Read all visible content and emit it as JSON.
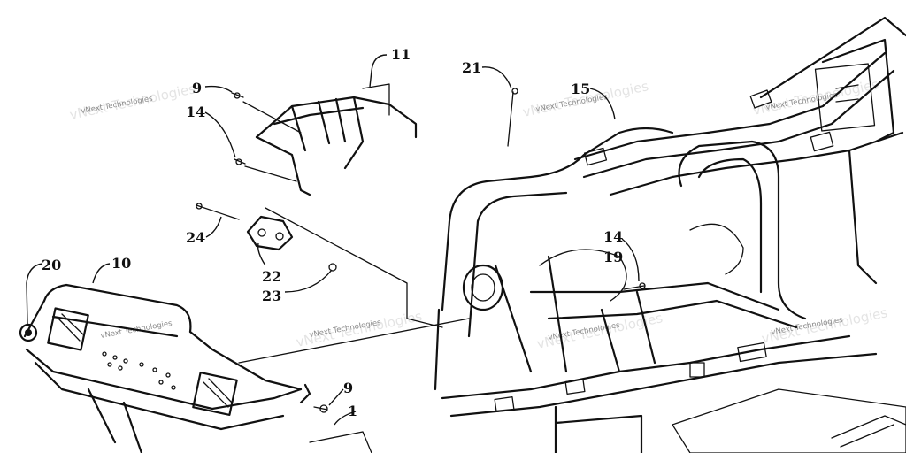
{
  "callouts": [
    {
      "id": "c11",
      "label": "11"
    },
    {
      "id": "c9a",
      "label": "9"
    },
    {
      "id": "c14a",
      "label": "14"
    },
    {
      "id": "c21",
      "label": "21"
    },
    {
      "id": "c15",
      "label": "15"
    },
    {
      "id": "c24",
      "label": "24"
    },
    {
      "id": "c22",
      "label": "22"
    },
    {
      "id": "c23",
      "label": "23"
    },
    {
      "id": "c14b",
      "label": "14"
    },
    {
      "id": "c19",
      "label": "19"
    },
    {
      "id": "c20",
      "label": "20"
    },
    {
      "id": "c10",
      "label": "10"
    },
    {
      "id": "c9b",
      "label": "9"
    },
    {
      "id": "c1",
      "label": "1"
    }
  ],
  "watermark": {
    "text": "vNext Technologies"
  }
}
